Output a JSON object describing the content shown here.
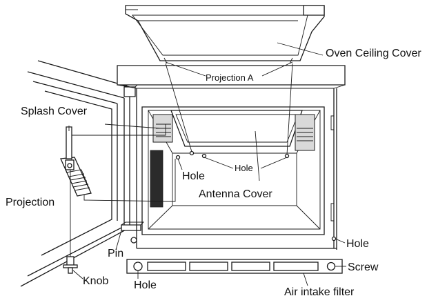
{
  "labels": {
    "oven_ceiling_cover": "Oven Ceiling Cover",
    "projection_a": "Projection A",
    "splash_cover": "Splash Cover",
    "hole_left": "Hole",
    "hole_center": "Hole",
    "antenna_cover": "Antenna Cover",
    "projection": "Projection",
    "pin": "Pin",
    "hole_right": "Hole",
    "screw": "Screw",
    "knob": "Knob",
    "hole_bottom": "Hole",
    "air_intake_filter": "Air intake filter"
  }
}
